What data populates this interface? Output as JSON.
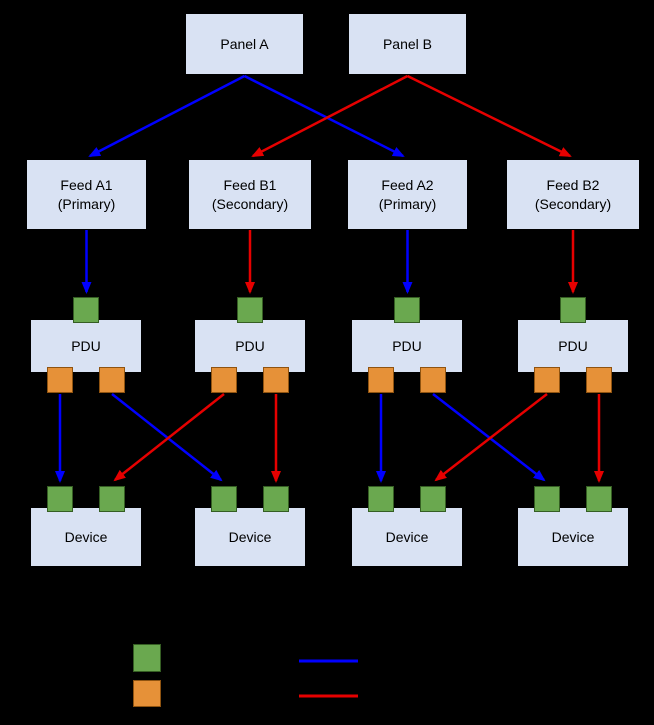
{
  "panels": [
    {
      "label": "Panel A"
    },
    {
      "label": "Panel B"
    }
  ],
  "feeds": [
    {
      "line1": "Feed A1",
      "line2": "(Primary)"
    },
    {
      "line1": "Feed B1",
      "line2": "(Secondary)"
    },
    {
      "line1": "Feed A2",
      "line2": "(Primary)"
    },
    {
      "line1": "Feed B2",
      "line2": "(Secondary)"
    }
  ],
  "pdus": [
    {
      "label": "PDU"
    },
    {
      "label": "PDU"
    },
    {
      "label": "PDU"
    },
    {
      "label": "PDU"
    }
  ],
  "devices": [
    {
      "label": "Device"
    },
    {
      "label": "Device"
    },
    {
      "label": "Device"
    },
    {
      "label": "Device"
    }
  ],
  "legend": {
    "swatches": [
      "input-port-green",
      "output-port-orange"
    ],
    "lines": [
      "primary-path-blue",
      "secondary-path-red"
    ]
  },
  "colors": {
    "background": "#000000",
    "node_fill": "#d9e2f3",
    "node_text": "#000000",
    "input_port_green": "#6aa84f",
    "output_port_orange": "#e69138",
    "primary_path_blue": "#0000ff",
    "secondary_path_red": "#e60000"
  }
}
